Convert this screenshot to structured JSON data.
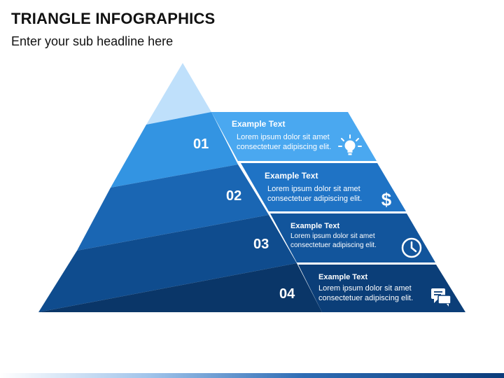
{
  "header": {
    "title": "TRIANGLE INFOGRAPHICS",
    "subtitle": "Enter your sub headline here"
  },
  "levels": [
    {
      "number": "01",
      "heading": "Example Text",
      "line1": "Lorem ipsum dolor sit amet",
      "line2": "consectetuer adipiscing elit.",
      "icon": "lightbulb-icon"
    },
    {
      "number": "02",
      "heading": "Example Text",
      "line1": "Lorem ipsum dolor sit amet",
      "line2": "consectetuer adipiscing elit.",
      "icon": "dollar-icon"
    },
    {
      "number": "03",
      "heading": "Example Text",
      "line1": "Lorem ipsum dolor sit amet",
      "line2": "consectetuer adipiscing elit.",
      "icon": "clock-icon"
    },
    {
      "number": "04",
      "heading": "Example Text",
      "line1": "Lorem ipsum dolor sit amet",
      "line2": "consectetuer adipiscing elit.",
      "icon": "chat-icon"
    }
  ],
  "colors": {
    "apex": "#bfe0fb",
    "level1": "#4aa8f0",
    "level1_dark": "#3394e2",
    "level2": "#1f73c5",
    "level2_dark": "#1a66b3",
    "level3": "#12559c",
    "level3_dark": "#0f4c8e",
    "level4": "#0b3e78",
    "level4_dark": "#0a3668"
  }
}
